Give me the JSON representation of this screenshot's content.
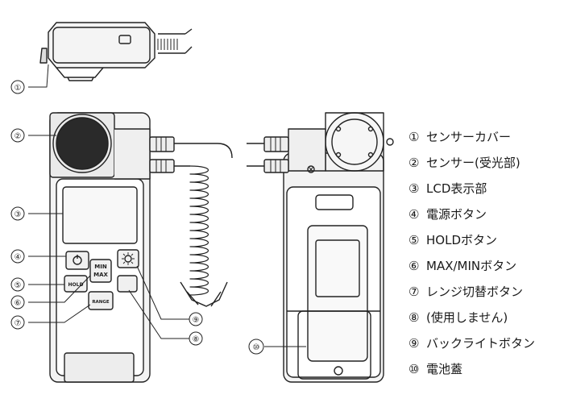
{
  "callouts": [
    "①",
    "②",
    "③",
    "④",
    "⑤",
    "⑥",
    "⑦",
    "⑧",
    "⑨",
    "⑩"
  ],
  "buttons": {
    "min_max_line1": "MIN",
    "min_max_line2": "MAX",
    "hold": "HOLD",
    "range": "RANGE"
  },
  "legend": [
    {
      "num": "①",
      "label": "センサーカバー"
    },
    {
      "num": "②",
      "label": "センサー(受光部)"
    },
    {
      "num": "③",
      "label": "LCD表示部"
    },
    {
      "num": "④",
      "label": "電源ボタン"
    },
    {
      "num": "⑤",
      "label": "HOLDボタン"
    },
    {
      "num": "⑥",
      "label": "MAX/MINボタン"
    },
    {
      "num": "⑦",
      "label": "レンジ切替ボタン"
    },
    {
      "num": "⑧",
      "label": "(使用しません)"
    },
    {
      "num": "⑨",
      "label": "バックライトボタン"
    },
    {
      "num": "⑩",
      "label": "電池蓋"
    }
  ]
}
